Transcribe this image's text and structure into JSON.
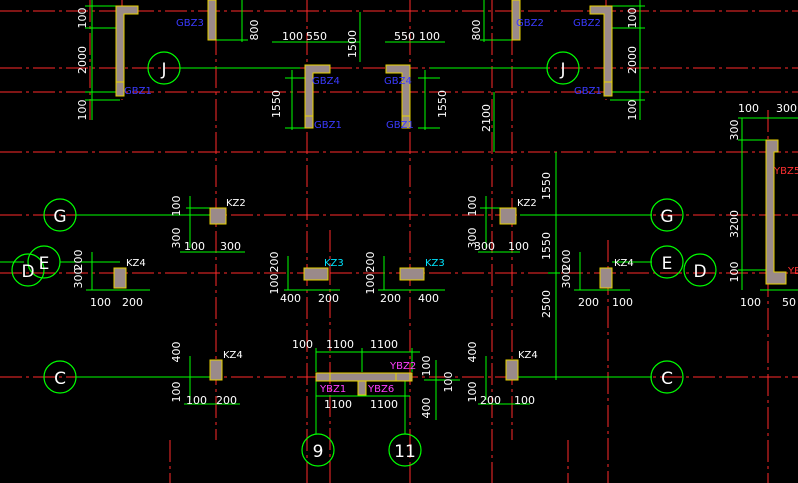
{
  "colors": {
    "background": "#000000",
    "axis": "#ff2a2a",
    "dimension": "#00ff00",
    "dimension_text": "#ffffff",
    "column_fill": "#9a8a8a",
    "column_edge": "#e8d200",
    "label_white": "#ffffff",
    "label_cyan": "#00e5ff",
    "label_blue": "#3a3aff",
    "label_magenta": "#ff40ff",
    "label_red": "#ff3030",
    "bubble": "#00ff00"
  },
  "grid_labels": {
    "j_left": "J",
    "j_right": "J",
    "g_left": "G",
    "g_right": "G",
    "e_left": "E",
    "e_right": "E",
    "d_left": "D",
    "d_right": "D",
    "c_left": "C",
    "c_right": "C",
    "col_9": "9",
    "col_11": "11"
  },
  "components": {
    "gbz3_l": "GBZ3",
    "gbz2_r": "GBZ2",
    "gbz2_r2": "GBZ2",
    "gbz1_l": "GBZ1",
    "gbz1_r": "GBZ1",
    "gbz4_l": "GBZ4",
    "gbz4_r": "GBZ4",
    "gbz1_cl": "GBZ1",
    "gbz1_cr": "GBZ1",
    "kz2_l": "KZ2",
    "kz2_r": "KZ2",
    "kz4_l": "KZ4",
    "kz4_r": "KZ4",
    "kz3_l": "KZ3",
    "kz3_r": "KZ3",
    "kz4_bl": "KZ4",
    "kz4_br": "KZ4",
    "ybz1": "YBZ1",
    "ybz6": "YBZ6",
    "ybz2": "YBZ2",
    "ybz5": "YBZ5",
    "yb_edge": "YB"
  },
  "dims": {
    "t_100a": "100",
    "t_800a": "800",
    "t_2000a": "2000",
    "t_100b": "100",
    "t_100c": "100",
    "t_550a": "550",
    "t_1500": "1500",
    "t_550b": "550",
    "t_100d": "100",
    "t_1550a": "1550",
    "t_1550b": "1550",
    "t_800b": "800",
    "t_2000b": "2000",
    "t_100e": "100",
    "t_100f": "100",
    "t_2100": "2100",
    "t_100g": "100",
    "t_300a": "300",
    "t_300b": "300",
    "t_3200": "3200",
    "t_100h": "100",
    "t_100i": "100",
    "t_50": "50",
    "kz2l_100": "100",
    "kz2l_300": "300",
    "kz2l_100b": "100",
    "kz2l_300b": "300",
    "kz2r_100": "100",
    "kz2r_300": "300",
    "kz2r_300b": "300",
    "kz2r_100b": "100",
    "t_1550c": "1550",
    "t_1550d": "1550",
    "t_2500": "2500",
    "kz4l_200": "200",
    "kz4l_300": "300",
    "kz4l_100": "100",
    "kz4l_200b": "200",
    "kz3l_200": "200",
    "kz3l_100": "100",
    "kz3l_400": "400",
    "kz3l_200b": "200",
    "kz3r_200": "200",
    "kz3r_100": "100",
    "kz3r_200b": "200",
    "kz3r_400": "400",
    "kz4r_200": "200",
    "kz4r_300": "300",
    "kz4r_200b": "200",
    "kz4r_100": "100",
    "kz4bl_400": "400",
    "kz4bl_100": "100",
    "kz4bl_100b": "100",
    "kz4bl_200": "200",
    "kz4br_400": "400",
    "kz4br_100": "100",
    "kz4br_200": "200",
    "kz4br_100b": "100",
    "yb_100a": "100",
    "yb_1100a": "1100",
    "yb_1100b": "1100",
    "yb_100b": "100",
    "yb_1100c": "1100",
    "yb_1100d": "1100",
    "yb_100c": "100",
    "yb_400": "400"
  }
}
